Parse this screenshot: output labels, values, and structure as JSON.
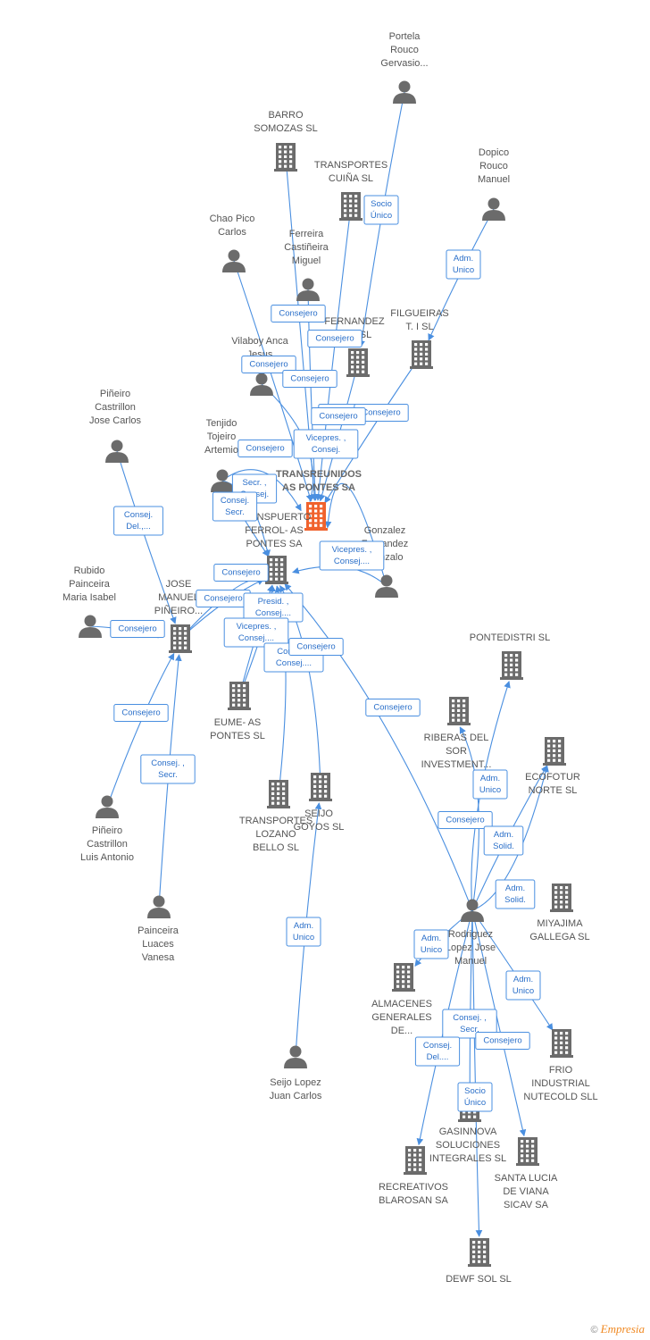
{
  "colors": {
    "edge": "#4a8fe0",
    "node": "#6b6b6b",
    "center": "#f0622d",
    "label": "#555555"
  },
  "footer": {
    "copyright": "©",
    "brand": "Empresia"
  },
  "nodes": [
    {
      "id": "center",
      "type": "company",
      "center": true,
      "label": [
        "TRANSREUNIDOS",
        "AS PONTES SA"
      ]
    },
    {
      "id": "portela",
      "type": "person",
      "label": [
        "Portela",
        "Rouco",
        "Gervasio..."
      ]
    },
    {
      "id": "barro",
      "type": "company",
      "label": [
        "BARRO",
        "SOMOZAS SL"
      ]
    },
    {
      "id": "cuina",
      "type": "company",
      "label": [
        "TRANSPORTES",
        "CUIÑA SL"
      ]
    },
    {
      "id": "dopico",
      "type": "person",
      "label": [
        "Dopico",
        "Rouco",
        "Manuel"
      ]
    },
    {
      "id": "chao",
      "type": "person",
      "label": [
        "Chao Pico",
        "Carlos"
      ]
    },
    {
      "id": "ferreira",
      "type": "person",
      "label": [
        "Ferreira",
        "Castiñeira",
        "Miguel"
      ]
    },
    {
      "id": "fernandez",
      "type": "company",
      "label": [
        "FERNANDEZ",
        "...LA SL"
      ]
    },
    {
      "id": "filgueiras",
      "type": "company",
      "label": [
        "FILGUEIRAS",
        "T. I SL"
      ]
    },
    {
      "id": "vilaboy",
      "type": "person",
      "label": [
        "Vilaboy Anca",
        "Jesus"
      ]
    },
    {
      "id": "pineiro_jc",
      "type": "person",
      "label": [
        "Piñeiro",
        "Castrillon",
        "Jose Carlos"
      ]
    },
    {
      "id": "tenjido",
      "type": "person",
      "label": [
        "Tenjido",
        "Tojeiro",
        "Artemio"
      ]
    },
    {
      "id": "gonzalez",
      "type": "person",
      "label": [
        "Gonzalez",
        "Fernandez",
        "Gonzalo"
      ]
    },
    {
      "id": "tferrol",
      "type": "company",
      "label": [
        "TRANSPUERTO",
        "FERROL- AS",
        "PONTES SA"
      ]
    },
    {
      "id": "rubido",
      "type": "person",
      "label": [
        "Rubido",
        "Painceira",
        "Maria Isabel"
      ]
    },
    {
      "id": "jose_manuel",
      "type": "company",
      "label": [
        "JOSE",
        "MANUEL",
        "PIÑEIRO..."
      ]
    },
    {
      "id": "pontedistri",
      "type": "company",
      "label": [
        "PONTEDISTRI SL"
      ]
    },
    {
      "id": "eume",
      "type": "company",
      "label": [
        "EUME- AS",
        "PONTES SL"
      ]
    },
    {
      "id": "riberas",
      "type": "company",
      "label": [
        "RIBERAS DEL",
        "SOR",
        "INVESTMENT..."
      ]
    },
    {
      "id": "ecofotur",
      "type": "company",
      "label": [
        "ECOFOTUR",
        "NORTE SL"
      ]
    },
    {
      "id": "pineiro_la",
      "type": "person",
      "label": [
        "Piñeiro",
        "Castrillon",
        "Luis Antonio"
      ]
    },
    {
      "id": "lozano",
      "type": "company",
      "label": [
        "TRANSPORTES",
        "LOZANO",
        "BELLO SL"
      ]
    },
    {
      "id": "seijo_goyos",
      "type": "company",
      "label": [
        "SEIJO",
        "GOYOS SL"
      ]
    },
    {
      "id": "painceira",
      "type": "person",
      "label": [
        "Painceira",
        "Luaces",
        "Vanesa"
      ]
    },
    {
      "id": "rodriguez",
      "type": "person",
      "label": [
        "Rodriguez",
        "Lopez Jose",
        "Manuel"
      ]
    },
    {
      "id": "miyajima",
      "type": "company",
      "label": [
        "MIYAJIMA",
        "GALLEGA SL"
      ]
    },
    {
      "id": "almacenes",
      "type": "company",
      "label": [
        "ALMACENES",
        "GENERALES",
        "DE..."
      ]
    },
    {
      "id": "frio",
      "type": "company",
      "label": [
        "FRIO",
        "INDUSTRIAL",
        "NUTECOLD SLL"
      ]
    },
    {
      "id": "seijo_lopez",
      "type": "person",
      "label": [
        "Seijo Lopez",
        "Juan Carlos"
      ]
    },
    {
      "id": "gasinnova",
      "type": "company",
      "label": [
        "GASINNOVA",
        "SOLUCIONES",
        "INTEGRALES SL"
      ]
    },
    {
      "id": "santa_lucia",
      "type": "company",
      "label": [
        "SANTA LUCIA",
        "DE VIANA",
        "SICAV SA"
      ]
    },
    {
      "id": "recreativos",
      "type": "company",
      "label": [
        "RECREATIVOS",
        "BLAROSAN SA"
      ]
    },
    {
      "id": "dewf",
      "type": "company",
      "label": [
        "DEWF SOL SL"
      ]
    }
  ],
  "edges": [
    {
      "from": "portela",
      "to": "fernandez",
      "label": [
        "Socio",
        "Único"
      ]
    },
    {
      "from": "dopico",
      "to": "filgueiras",
      "label": [
        "Adm.",
        "Unico"
      ]
    },
    {
      "from": "barro",
      "to": "center",
      "label": [
        "Consejero"
      ]
    },
    {
      "from": "cuina",
      "to": "center",
      "label": [
        "Consejero"
      ]
    },
    {
      "from": "chao",
      "to": "center",
      "label": [
        "Consejero"
      ]
    },
    {
      "from": "ferreira",
      "to": "center",
      "label": [
        "Consejero"
      ]
    },
    {
      "from": "fernandez",
      "to": "center",
      "label": [
        "Consejero"
      ]
    },
    {
      "from": "filgueiras",
      "to": "center",
      "label": [
        "Consejero"
      ]
    },
    {
      "from": "vilaboy",
      "to": "center",
      "label": [
        "Vicepres. ,",
        "Consej."
      ]
    },
    {
      "from": "tenjido",
      "to": "center",
      "label": [
        "Consejero"
      ]
    },
    {
      "from": "tenjido",
      "to": "tferrol",
      "label": [
        "Secr. ,",
        "Consej."
      ]
    },
    {
      "from": "tenjido",
      "to": "tferrol",
      "label": [
        "Consej.",
        "Secr."
      ]
    },
    {
      "from": "gonzalez",
      "to": "center",
      "label": [
        "Consejero"
      ]
    },
    {
      "from": "pineiro_jc",
      "to": "jose_manuel",
      "label": [
        "Consej.",
        "Del.,..."
      ]
    },
    {
      "from": "rubido",
      "to": "jose_manuel",
      "label": [
        "Consejero"
      ]
    },
    {
      "from": "jose_manuel",
      "to": "tferrol",
      "label": [
        "Consejero"
      ]
    },
    {
      "from": "jose_manuel",
      "to": "tferrol",
      "label": [
        "Consejero"
      ]
    },
    {
      "from": "pineiro_la",
      "to": "jose_manuel",
      "label": [
        "Consejero"
      ]
    },
    {
      "from": "painceira",
      "to": "jose_manuel",
      "label": [
        "Consej. ,",
        "Secr."
      ]
    },
    {
      "from": "eume",
      "to": "tferrol",
      "label": [
        "Presid. ,",
        "Consej...."
      ]
    },
    {
      "from": "eume",
      "to": "tferrol",
      "label": [
        "Vicepres. ,",
        "Consej...."
      ]
    },
    {
      "from": "lozano",
      "to": "tferrol",
      "label": [
        "Consej. ,",
        "Consej...."
      ]
    },
    {
      "from": "seijo_goyos",
      "to": "tferrol",
      "label": [
        "Consejero"
      ]
    },
    {
      "from": "gonzalez",
      "to": "tferrol",
      "label": [
        "Vicepres. ,",
        "Consej...."
      ]
    },
    {
      "from": "rodriguez",
      "to": "tferrol",
      "label": [
        "Consejero"
      ]
    },
    {
      "from": "seijo_lopez",
      "to": "seijo_goyos",
      "label": [
        "Adm.",
        "Unico"
      ]
    },
    {
      "from": "rodriguez",
      "to": "riberas",
      "label": [
        "Adm.",
        "Unico"
      ]
    },
    {
      "from": "rodriguez",
      "to": "pontedistri",
      "label": [
        "Consejero"
      ]
    },
    {
      "from": "rodriguez",
      "to": "ecofotur",
      "label": [
        "Adm.",
        "Solid."
      ]
    },
    {
      "from": "rodriguez",
      "to": "ecofotur",
      "label": [
        "Adm.",
        "Solid."
      ]
    },
    {
      "from": "rodriguez",
      "to": "almacenes",
      "label": [
        "Adm.",
        "Unico"
      ]
    },
    {
      "from": "rodriguez",
      "to": "frio",
      "label": [
        "Adm.",
        "Unico"
      ]
    },
    {
      "from": "rodriguez",
      "to": "gasinnova",
      "label": [
        "Consej. ,",
        "Secr."
      ]
    },
    {
      "from": "rodriguez",
      "to": "recreativos",
      "label": [
        "Consej.",
        "Del...."
      ]
    },
    {
      "from": "rodriguez",
      "to": "santa_lucia",
      "label": [
        "Consejero"
      ]
    },
    {
      "from": "rodriguez",
      "to": "dewf",
      "label": [
        "Socio",
        "Único"
      ]
    }
  ]
}
